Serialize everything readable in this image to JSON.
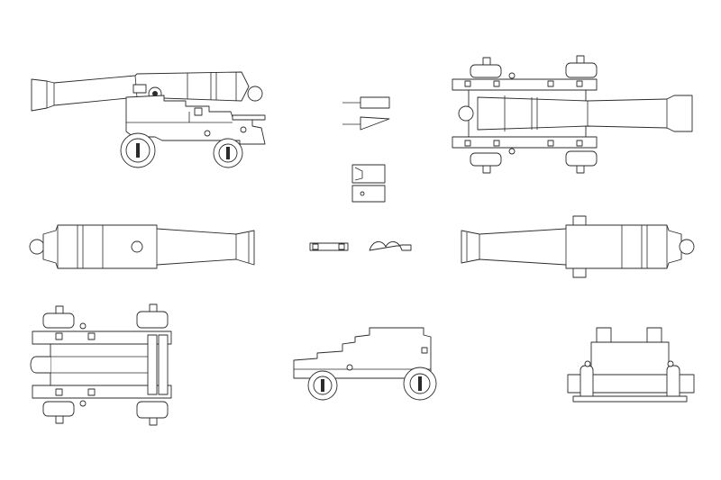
{
  "drawing": {
    "line_color": "#2b2b2b",
    "background": "#ffffff",
    "views": [
      {
        "id": "side-elevation"
      },
      {
        "id": "top-view-right"
      },
      {
        "id": "barrel-left"
      },
      {
        "id": "barrel-right"
      },
      {
        "id": "carriage-plan"
      },
      {
        "id": "carriage-side"
      },
      {
        "id": "rear-view"
      },
      {
        "id": "wedge-parts"
      },
      {
        "id": "block-parts"
      },
      {
        "id": "hinge-parts"
      }
    ]
  }
}
